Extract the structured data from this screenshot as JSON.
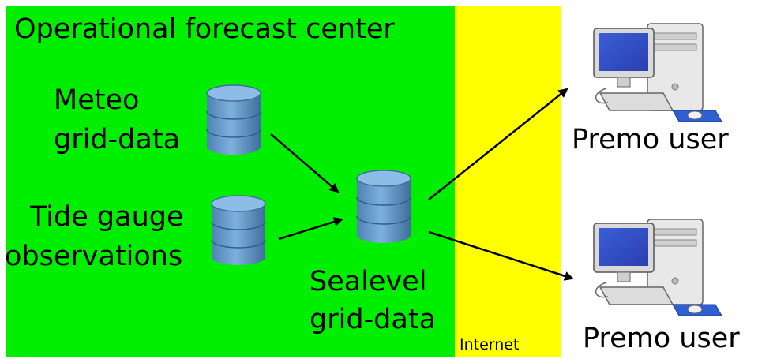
{
  "title": "Operational forecast center",
  "sources": {
    "meteo": [
      "Meteo",
      "grid-data"
    ],
    "tide": [
      "Tide gauge",
      "observations"
    ]
  },
  "sealevel": [
    "Sealevel",
    "grid-data"
  ],
  "internet": "Internet",
  "users": [
    "Premo user",
    "Premo user"
  ],
  "colors": {
    "center_bg": "#00ee00",
    "internet_bg": "#ffff00",
    "database": "#6a9ccc",
    "database_dark": "#3f6f9c"
  }
}
